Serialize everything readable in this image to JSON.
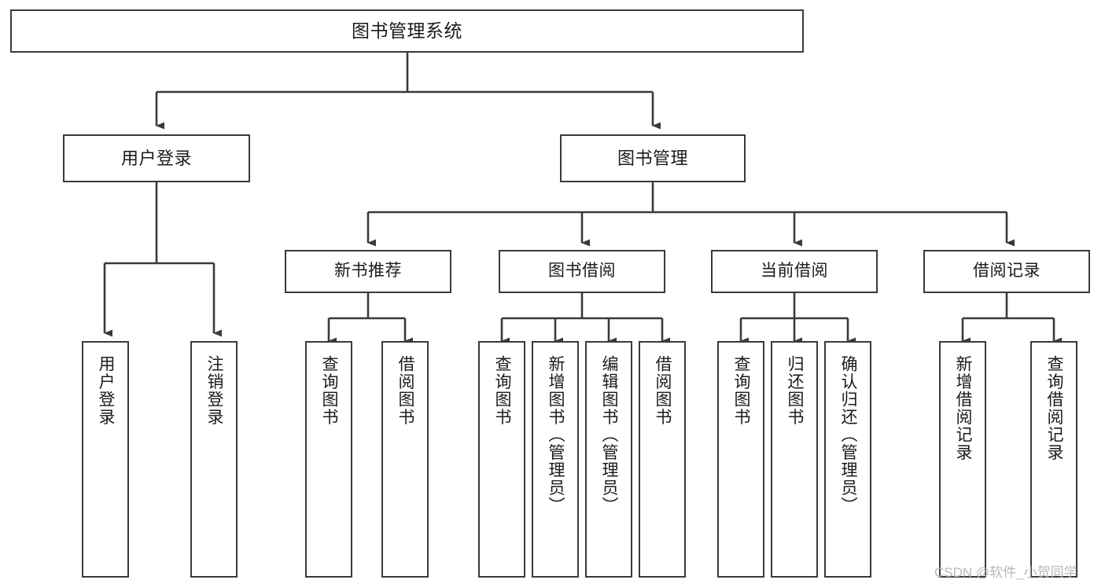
{
  "diagram": {
    "title": "图书管理系统",
    "type": "功能结构图",
    "edge_color": "#3a3a3a",
    "box_border_color": "#3a3a3a",
    "box_fill_color": "#ffffff",
    "text_color": "#1b1b1b"
  },
  "watermark": {
    "text": "CSDN @软件_小贺同学",
    "color": "#b9b9b9"
  },
  "root": {
    "label": "图书管理系统"
  },
  "level2": [
    {
      "label": "用户登录"
    },
    {
      "label": "图书管理"
    }
  ],
  "level3": [
    {
      "label": "新书推荐"
    },
    {
      "label": "图书借阅"
    },
    {
      "label": "当前借阅"
    },
    {
      "label": "借阅记录"
    }
  ],
  "leaves": {
    "user_login": [
      {
        "label": "用户登录"
      },
      {
        "label": "注销登录"
      }
    ],
    "new_book_recommend": [
      {
        "label": "查询图书"
      },
      {
        "label": "借阅图书"
      }
    ],
    "book_borrow": [
      {
        "label": "查询图书"
      },
      {
        "label": "新增图书（管理员）"
      },
      {
        "label": "编辑图书（管理员）"
      },
      {
        "label": "借阅图书"
      }
    ],
    "current_borrow": [
      {
        "label": "查询图书"
      },
      {
        "label": "归还图书"
      },
      {
        "label": "确认归还（管理员）"
      }
    ],
    "borrow_record": [
      {
        "label": "新增借阅记录"
      },
      {
        "label": "查询借阅记录"
      }
    ]
  }
}
